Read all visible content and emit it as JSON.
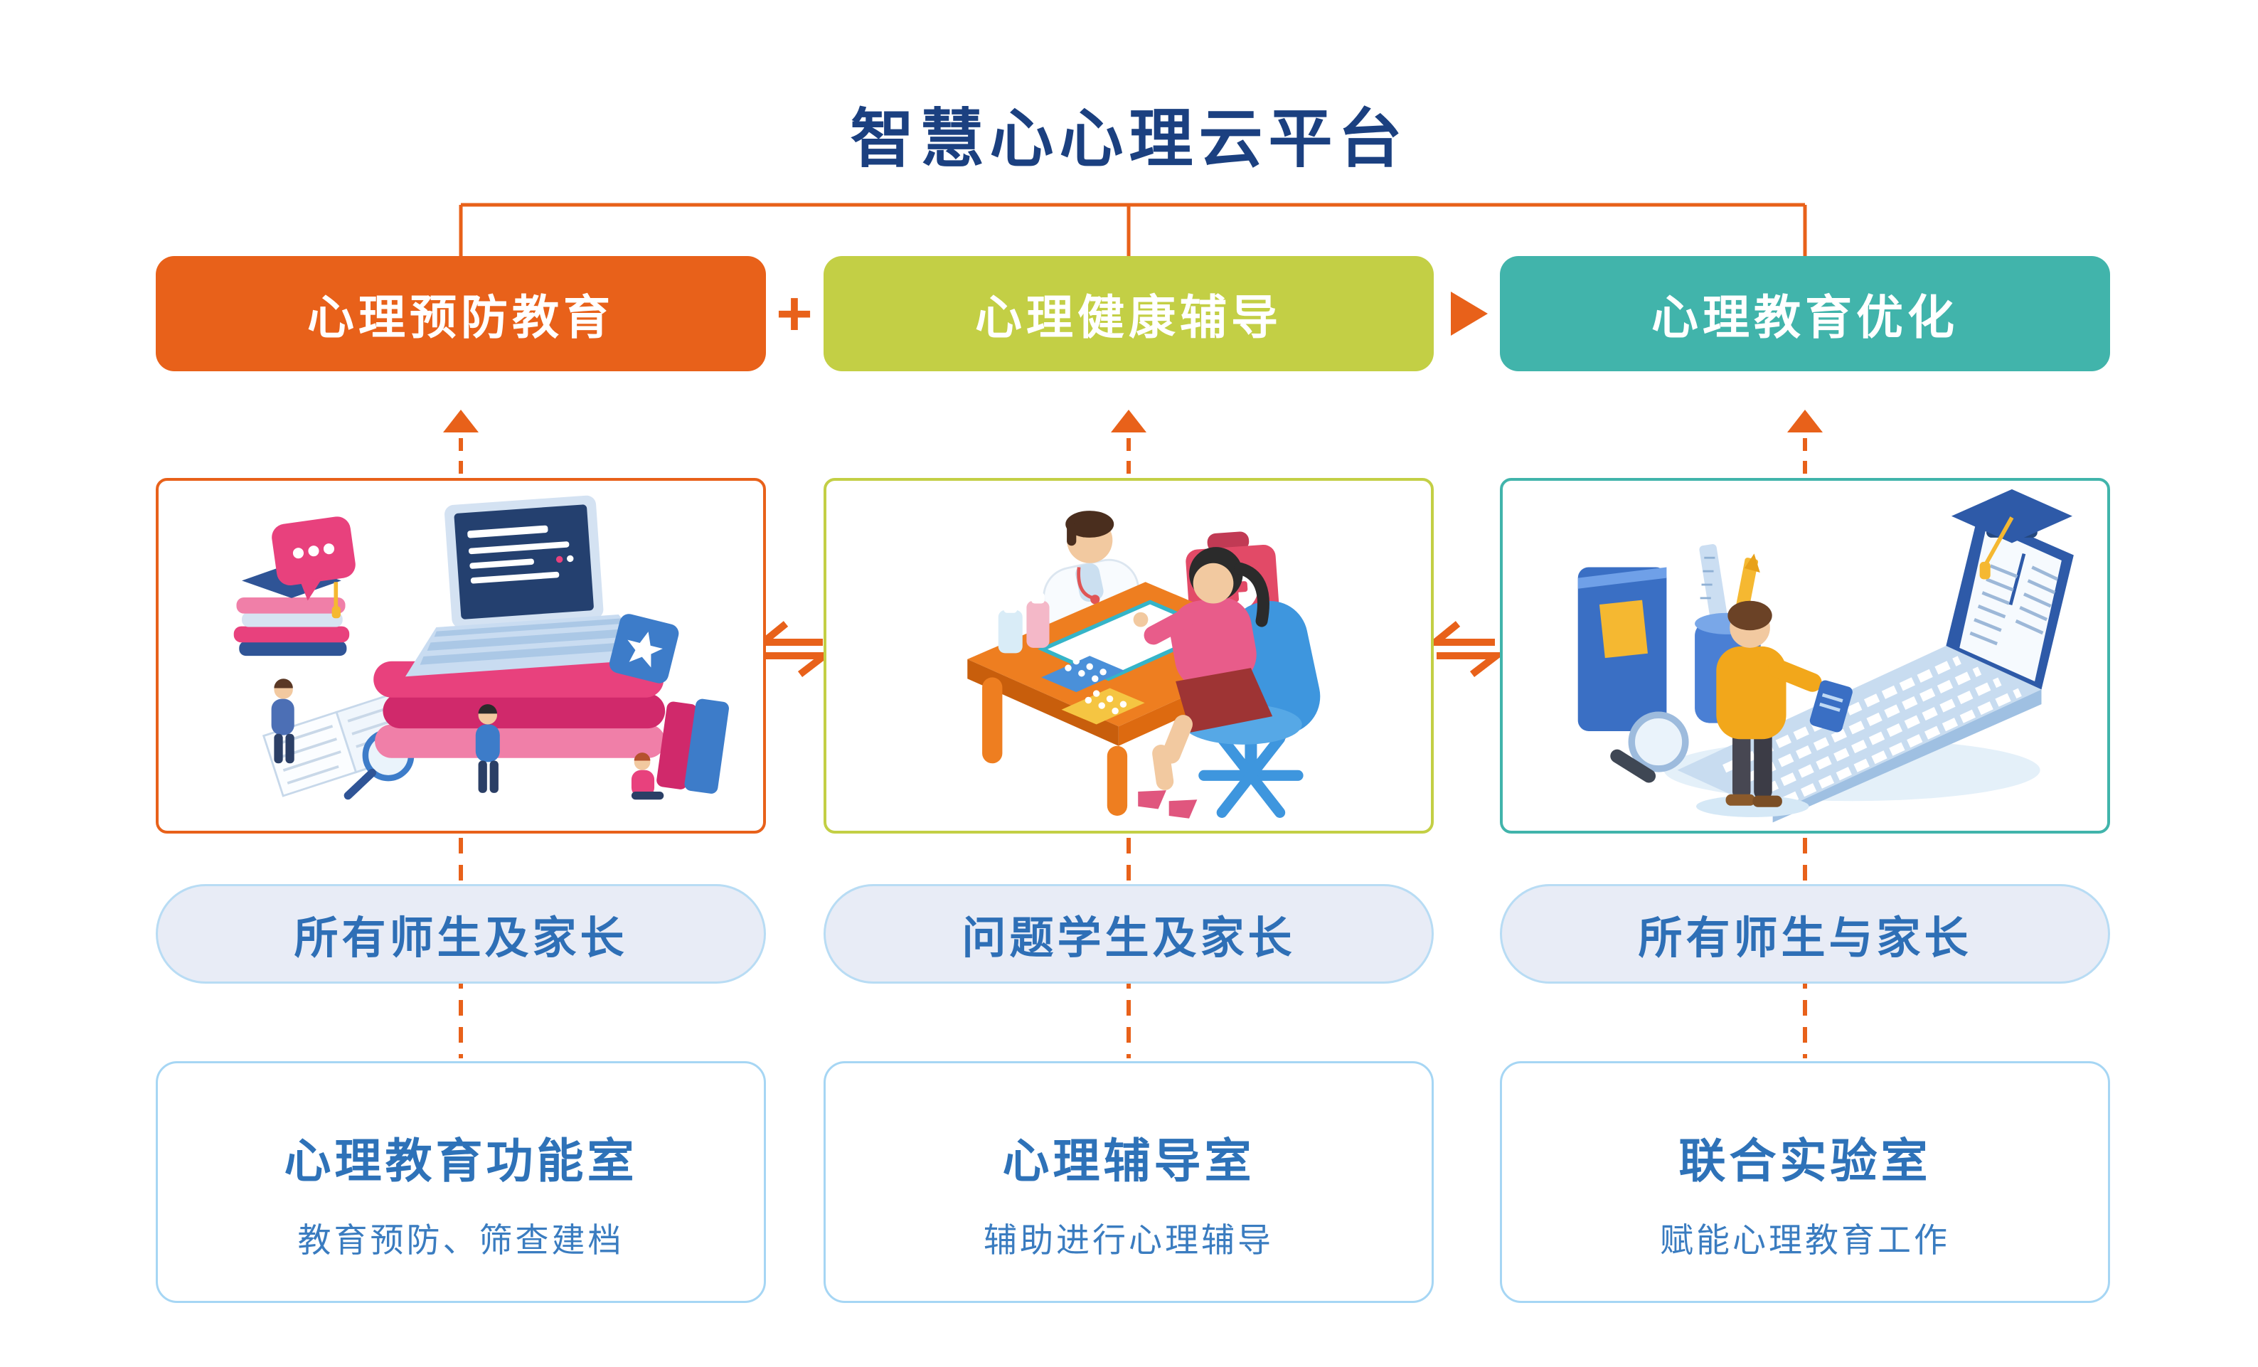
{
  "title": "智慧心心理云平台",
  "connectors": {
    "plus": "+",
    "flow_arrow": "right-triangle",
    "exchange": "two-way-arrows",
    "up_arrow": "up-triangle"
  },
  "colors": {
    "orange": "#E8611A",
    "lime": "#C3CF45",
    "teal": "#41B4AB",
    "navy_title": "#1B4080",
    "blue_text": "#2E72B8",
    "pill_fill": "#E8ECF6",
    "pill_border": "#B8DCF4",
    "room_border": "#A6D6F4"
  },
  "columns": [
    {
      "header": "心理预防教育",
      "audience": "所有师生及家长",
      "room_title": "心理教育功能室",
      "room_subtitle": "教育预防、筛查建档",
      "illustration": "laptop-on-books-with-students"
    },
    {
      "header": "心理健康辅导",
      "audience": "问题学生及家长",
      "room_title": "心理辅导室",
      "room_subtitle": "辅助进行心理辅导",
      "illustration": "doctor-counseling-student-at-desk"
    },
    {
      "header": "心理教育优化",
      "audience": "所有师生与家长",
      "room_title": "联合实验室",
      "room_subtitle": "赋能心理教育工作",
      "illustration": "laptop-ebook-graduation-research"
    }
  ]
}
